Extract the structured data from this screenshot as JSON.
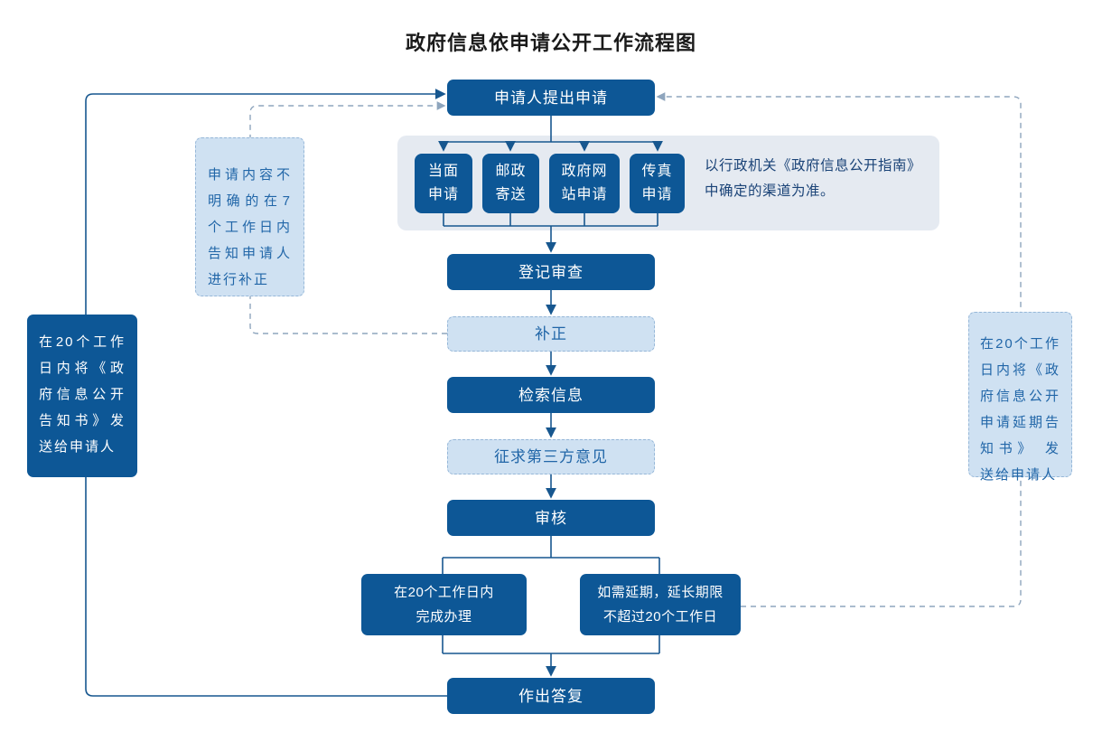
{
  "title": "政府信息依申请公开工作流程图",
  "colors": {
    "node_dark_fill": "#0D5796",
    "node_light_fill": "#CFE1F2",
    "node_light_border": "#96B7D8",
    "panel_fill": "#E5EAF1",
    "solid_line": "#17578F",
    "dashed_line": "#8EA5BD",
    "light_text": "#2166A8",
    "panel_note_text": "#1A4377"
  },
  "flow": {
    "apply": "申请人提出申请",
    "channels": [
      "当面\n申请",
      "邮政\n寄送",
      "政府网\n站申请",
      "传真\n申请"
    ],
    "channel_note": "以行政机关《政府信息公开指南》\n中确定的渠道为准。",
    "steps": {
      "register": "登记审查",
      "supplement": "补正",
      "search": "检索信息",
      "third_party": "征求第三方意见",
      "review": "审核",
      "reply": "作出答复"
    },
    "branches": {
      "complete": "在20个工作日内\n完成办理",
      "extend": "如需延期，延长期限\n不超过20个工作日"
    },
    "notes": {
      "reply_notice": "在20个工作日内将《政府信息公开告知书》发送给申请人",
      "supplement_notice": "申请内容不明确的在7个工作日内告知申请人进行补正",
      "extension_notice": "在20个工作日内将《政府信息公开申请延期告知书》 发送给申请人"
    },
    "edges": [
      {
        "from": "申请人提出申请",
        "to": "当面申请/邮政寄送/政府网站申请/传真申请",
        "style": "solid"
      },
      {
        "from": "申请渠道",
        "to": "登记审查",
        "style": "solid"
      },
      {
        "from": "登记审查",
        "to": "补正",
        "style": "solid"
      },
      {
        "from": "补正",
        "to": "检索信息",
        "style": "solid"
      },
      {
        "from": "检索信息",
        "to": "征求第三方意见",
        "style": "solid"
      },
      {
        "from": "征求第三方意见",
        "to": "审核",
        "style": "solid"
      },
      {
        "from": "审核",
        "to": "在20个工作日内完成办理",
        "style": "solid"
      },
      {
        "from": "审核",
        "to": "如需延期，延长期限不超过20个工作日",
        "style": "solid"
      },
      {
        "from": "在20个工作日内完成办理 / 如需延期",
        "to": "作出答复",
        "style": "solid"
      },
      {
        "from": "作出答复",
        "to": "申请人提出申请",
        "style": "solid",
        "via": "在20个工作日内将《政府信息公开告知书》发送给申请人"
      },
      {
        "from": "补正",
        "to": "申请人提出申请",
        "style": "dashed",
        "via": "申请内容不明确的在7个工作日内告知申请人进行补正"
      },
      {
        "from": "如需延期，延长期限不超过20个工作日",
        "to": "申请人提出申请",
        "style": "dashed",
        "via": "在20个工作日内将《政府信息公开申请延期告知书》 发送给申请人"
      }
    ]
  }
}
